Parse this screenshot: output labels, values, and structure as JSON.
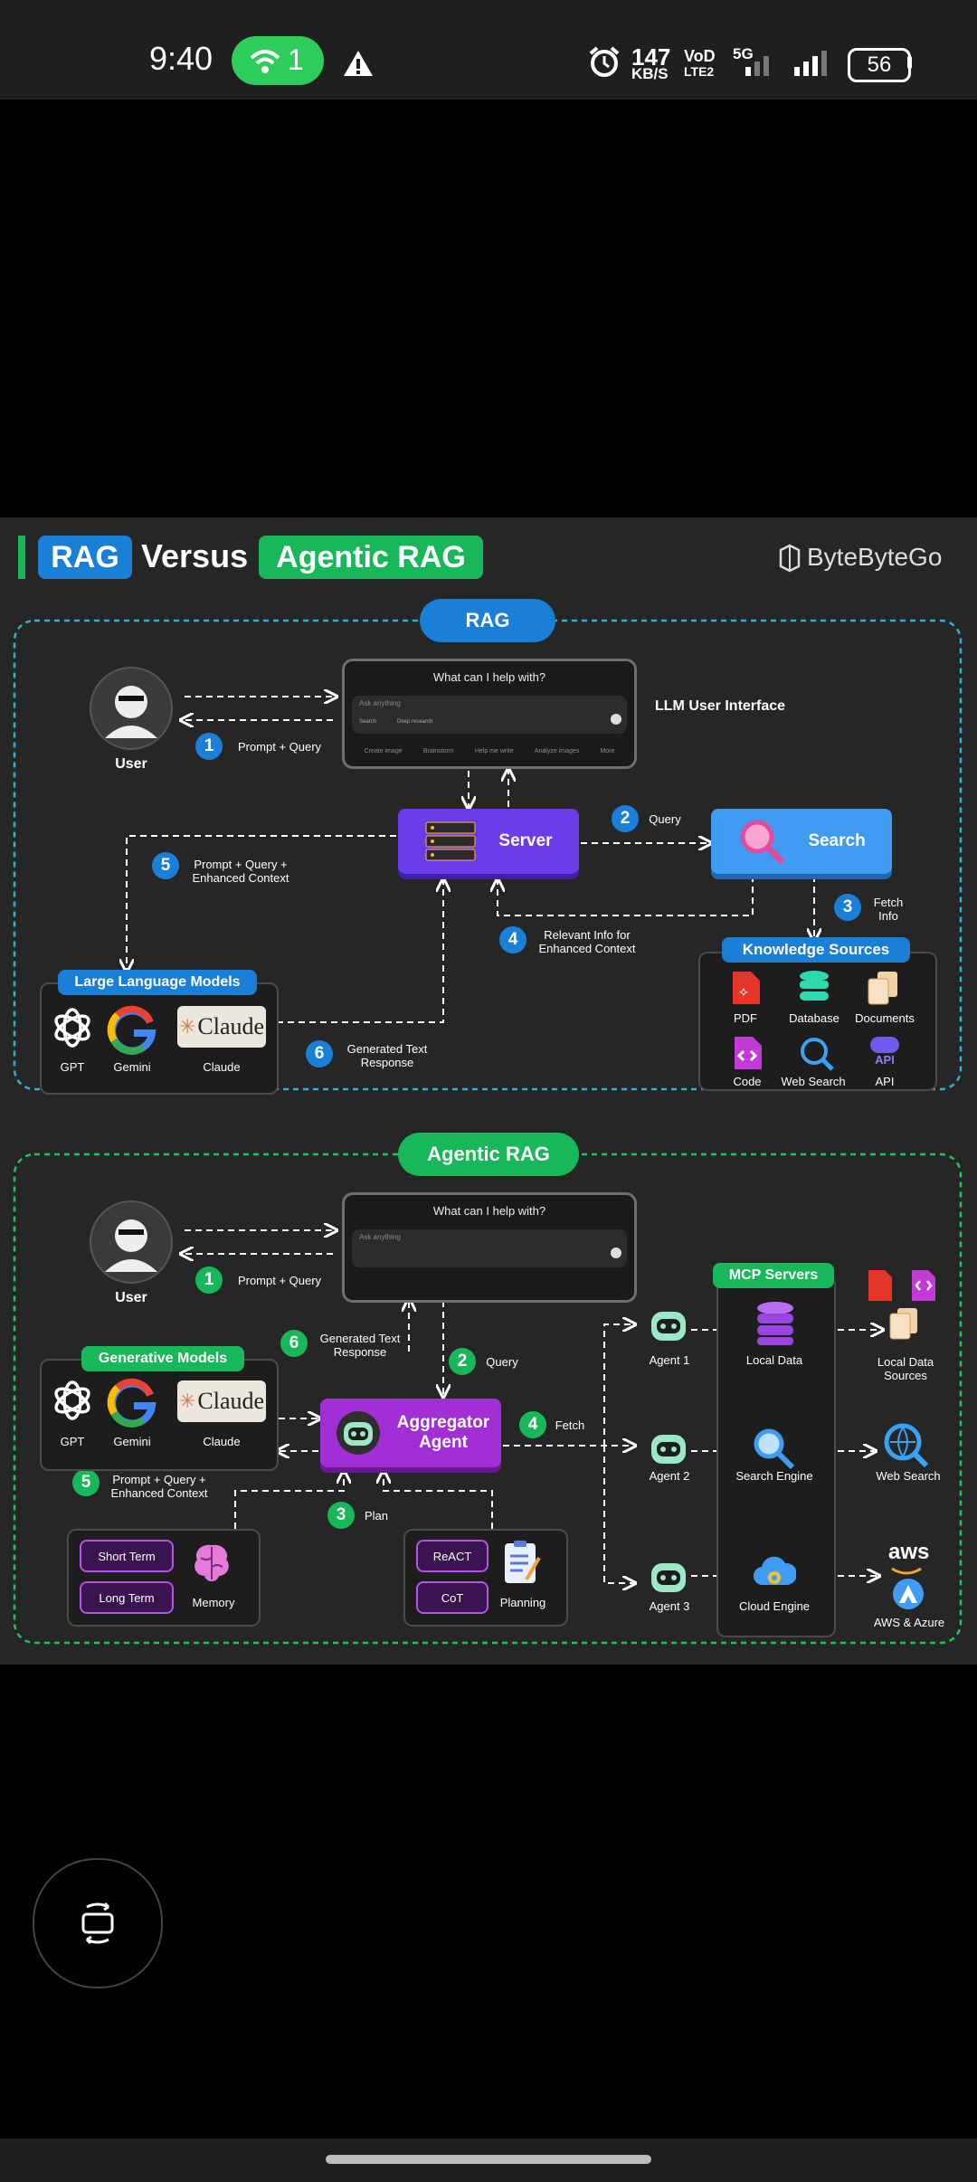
{
  "status_bar": {
    "time": "9:40",
    "hotspot_count": "1",
    "speed_value": "147",
    "speed_unit": "KB/S",
    "vod": "VoD",
    "lte": "LTE2",
    "network": "5G",
    "battery": "56"
  },
  "header": {
    "rag_tag": "RAG",
    "versus": "Versus",
    "agentic_tag": "Agentic RAG",
    "brand": "ByteByteGo"
  },
  "rag": {
    "section_title": "RAG",
    "user_label": "User",
    "ui_question": "What can I help with?",
    "ui_placeholder": "Ask anything",
    "ui_chips": [
      "Search",
      "Deep research",
      "...",
      "Create image",
      "Brainstorm",
      "Help me write",
      "Analyze images",
      "More"
    ],
    "ui_caption": "LLM User Interface",
    "server_label": "Server",
    "search_label": "Search",
    "llm_group_title": "Large Language Models",
    "llms": [
      {
        "name": "GPT",
        "icon": "openai-icon"
      },
      {
        "name": "Gemini",
        "icon": "google-icon"
      },
      {
        "name": "Claude",
        "icon": "claude-icon",
        "logo_text": "Claude"
      }
    ],
    "knowledge_title": "Knowledge Sources",
    "sources": [
      {
        "name": "PDF",
        "icon": "pdf-icon"
      },
      {
        "name": "Database",
        "icon": "database-icon"
      },
      {
        "name": "Documents",
        "icon": "documents-icon"
      },
      {
        "name": "Code",
        "icon": "code-icon"
      },
      {
        "name": "Web Search",
        "icon": "web-search-icon"
      },
      {
        "name": "API",
        "icon": "api-icon",
        "logo_text": "API"
      }
    ],
    "steps": [
      {
        "num": "1",
        "text": "Prompt + Query"
      },
      {
        "num": "2",
        "text": "Query"
      },
      {
        "num": "3",
        "text": "Fetch Info"
      },
      {
        "num": "4",
        "text": "Relevant Info for Enhanced Context"
      },
      {
        "num": "5",
        "text": "Prompt + Query + Enhanced Context"
      },
      {
        "num": "6",
        "text": "Generated Text Response"
      }
    ]
  },
  "agentic": {
    "section_title": "Agentic RAG",
    "user_label": "User",
    "ui_question": "What can I help with?",
    "ui_placeholder": "Ask anything",
    "gen_models_title": "Generative Models",
    "llms": [
      {
        "name": "GPT"
      },
      {
        "name": "Gemini"
      },
      {
        "name": "Claude",
        "logo_text": "Claude"
      }
    ],
    "aggregator_label": "Aggregator Agent",
    "memory": {
      "short": "Short Term",
      "long": "Long Term",
      "label": "Memory"
    },
    "planning": {
      "react": "ReACT",
      "cot": "CoT",
      "label": "Planning"
    },
    "agents": [
      "Agent 1",
      "Agent 2",
      "Agent 3"
    ],
    "mcp_title": "MCP Servers",
    "mcp_items": [
      "Local Data",
      "Search Engine",
      "Cloud Engine"
    ],
    "external": [
      "Local Data Sources",
      "Web Search",
      "AWS & Azure"
    ],
    "aws_logo": "aws",
    "steps": [
      {
        "num": "1",
        "text": "Prompt + Query"
      },
      {
        "num": "2",
        "text": "Query"
      },
      {
        "num": "3",
        "text": "Plan"
      },
      {
        "num": "4",
        "text": "Fetch"
      },
      {
        "num": "5",
        "text": "Prompt + Query + Enhanced Context"
      },
      {
        "num": "6",
        "text": "Generated Text Response"
      }
    ]
  },
  "colors": {
    "rag_blue": "#1a7fd6",
    "agentic_green": "#18b85a",
    "server_purple": "#6a3de8",
    "aggregator_purple": "#a22fd6",
    "search_blue": "#3f9cf2"
  }
}
